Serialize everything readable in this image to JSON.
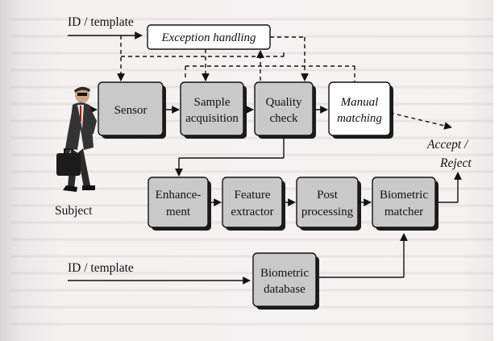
{
  "inputs": {
    "top": "ID / template",
    "bottom": "ID / template",
    "subject": "Subject"
  },
  "exception": "Exception handling",
  "pipeline": {
    "sensor": [
      "Sensor"
    ],
    "sample_acquisition": [
      "Sample",
      "acquisition"
    ],
    "quality_check": [
      "Quality",
      "check"
    ],
    "manual_matching": [
      "Manual",
      "matching"
    ],
    "enhancement": [
      "Enhance-",
      "ment"
    ],
    "feature_extractor": [
      "Feature",
      "extractor"
    ],
    "post_processing": [
      "Post",
      "processing"
    ],
    "biometric_matcher": [
      "Biometric",
      "matcher"
    ],
    "biometric_database": [
      "Biometric",
      "database"
    ]
  },
  "output": [
    "Accept /",
    "Reject"
  ],
  "icons": {
    "subject": "walking-person-with-briefcase-icon"
  }
}
